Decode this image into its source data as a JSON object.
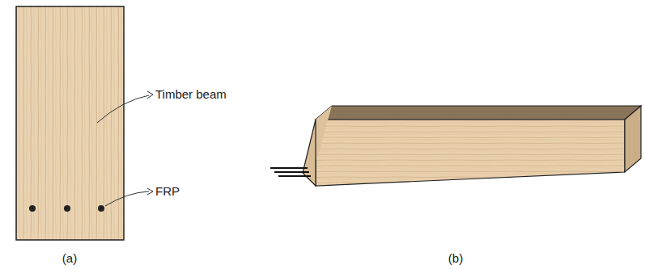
{
  "diagram": {
    "labels": [
      "Timber beam",
      "FRP",
      "(a)",
      "(b)"
    ]
  }
}
